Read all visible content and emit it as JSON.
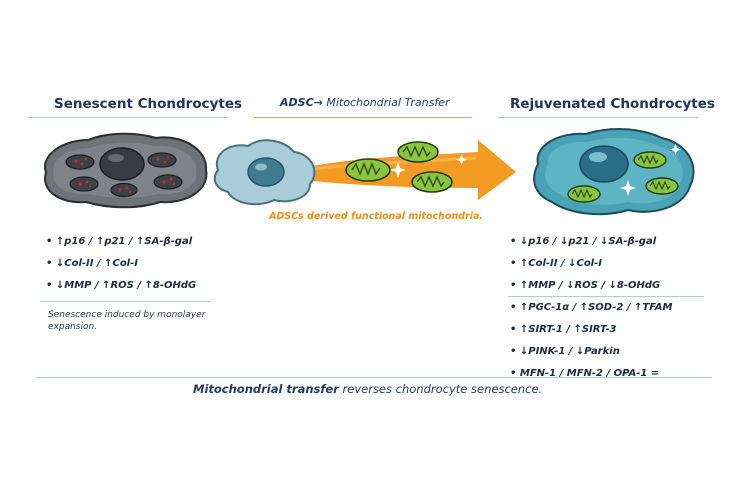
{
  "left": {
    "heading": "Senescent Chondrocytes",
    "markers": [
      "• ↑p16 / ↑p21 / ↑SA-β-gal",
      "• ↓Col-II / ↑Col-I",
      "• ↓MMP / ↑ROS / ↑8-OHdG"
    ],
    "note": "Senescence induced by monolayer expansion."
  },
  "middle": {
    "title_strong": "ADSC→",
    "title_rest": " Mitochondrial Transfer",
    "caption": "ADSCs derived functional mitochondria."
  },
  "right": {
    "heading": "Rejuvenated Chondrocytes",
    "markers_group1": [
      "• ↓p16 / ↓p21 / ↓SA-β-gal",
      "• ↑Col-II / ↓Col-I",
      "• ↑MMP / ↓ROS / ↓8-OHdG"
    ],
    "markers_group2": [
      "• ↑PGC-1α / ↑SOD-2 / ↑TFAM",
      "• ↑SIRT-1 / ↑SIRT-3",
      "• ↓PINK-1 / ↓Parkin",
      "• MFN-1 / MFN-2 / OPA-1 ="
    ]
  },
  "footer": {
    "strong": "Mitochondrial transfer",
    "rest": " reverses chondrocyte senescence."
  },
  "colors": {
    "navy": "#1f3460",
    "orange": "#f39a22",
    "senescent_gray": "#6e7378",
    "rejuvenated_teal": "#4aa3b5",
    "mito_green": "#8bc43f",
    "ros_red": "#d8262c"
  }
}
